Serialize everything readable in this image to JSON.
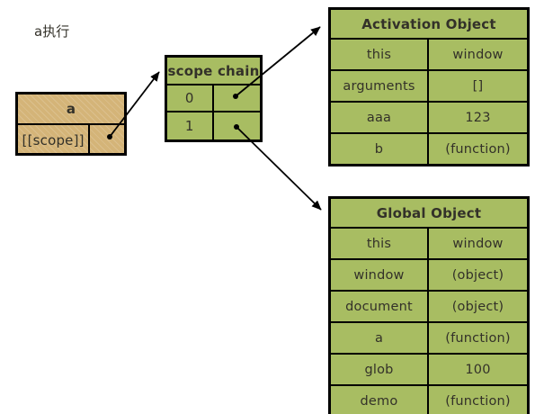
{
  "diagram": {
    "title_label": "a执行",
    "colors": {
      "object_fill": "#a8bd62",
      "function_fill": "#d4b478",
      "border": "#000000",
      "text": "#333129"
    },
    "function_box": {
      "name": "a",
      "scope_key": "[[scope]]",
      "scope_value": ""
    },
    "scope_chain": {
      "header": "scope chain",
      "entries": [
        {
          "index": "0",
          "value": ""
        },
        {
          "index": "1",
          "value": ""
        }
      ]
    },
    "activation_object": {
      "header": "Activation Object",
      "rows": [
        {
          "key": "this",
          "value": "window"
        },
        {
          "key": "arguments",
          "value": "[]"
        },
        {
          "key": "aaa",
          "value": "123"
        },
        {
          "key": "b",
          "value": "(function)"
        }
      ]
    },
    "global_object": {
      "header": "Global Object",
      "rows": [
        {
          "key": "this",
          "value": "window"
        },
        {
          "key": "window",
          "value": "(object)"
        },
        {
          "key": "document",
          "value": "(object)"
        },
        {
          "key": "a",
          "value": "(function)"
        },
        {
          "key": "glob",
          "value": "100"
        },
        {
          "key": "demo",
          "value": "(function)"
        }
      ]
    },
    "arrows": [
      {
        "name": "scope-to-scope-chain",
        "from": "function_box.scope_value",
        "to": "scope_chain"
      },
      {
        "name": "chain0-to-activation-object",
        "from": "scope_chain.entries.0",
        "to": "activation_object"
      },
      {
        "name": "chain1-to-global-object",
        "from": "scope_chain.entries.1",
        "to": "global_object"
      }
    ]
  }
}
